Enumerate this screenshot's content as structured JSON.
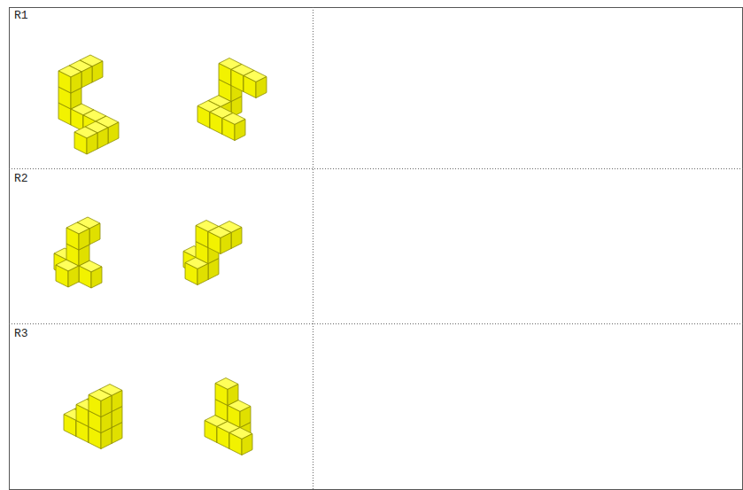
{
  "diagram": {
    "labels": [
      "R1",
      "R2",
      "R3"
    ]
  }
}
